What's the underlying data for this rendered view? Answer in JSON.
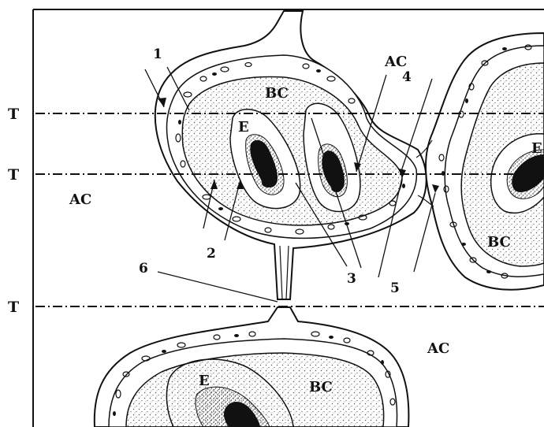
{
  "side_labels": {
    "t1": "T",
    "t2": "T",
    "t3": "T"
  },
  "region_labels": {
    "ac_left": "AC",
    "ac_top": "AC",
    "ac_bottom": "AC",
    "bc_top": "BC",
    "bc_right": "BC",
    "bc_bottom": "BC",
    "e_top": "E",
    "e_right": "E",
    "e_bottom": "E"
  },
  "numbers": {
    "n1": "1",
    "n2": "2",
    "n3": "3",
    "n4": "4",
    "n5": "5",
    "n6": "6"
  },
  "colors": {
    "ink": "#111111",
    "paper": "#ffffff",
    "stipple": "#555555"
  }
}
